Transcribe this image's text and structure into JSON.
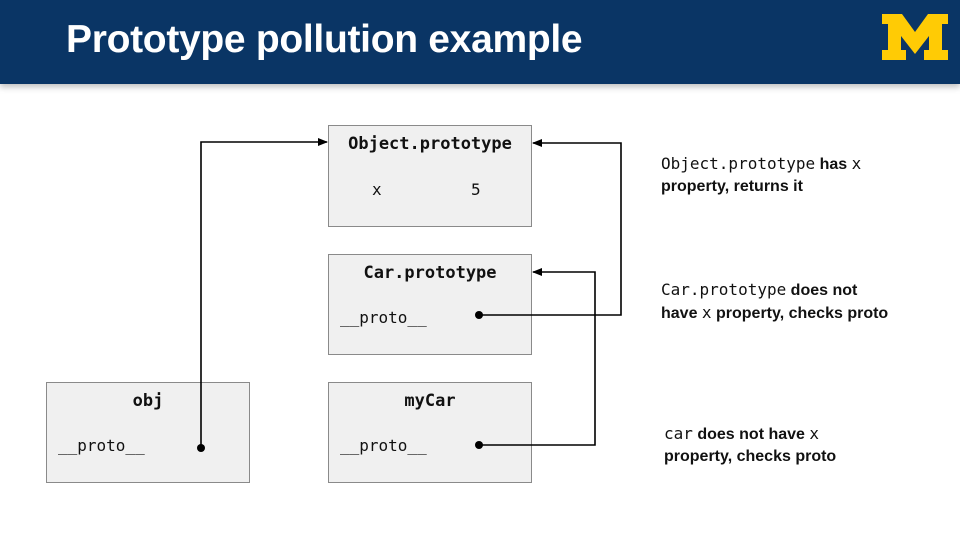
{
  "header": {
    "title": "Prototype pollution example"
  },
  "brand": {
    "header_color": "#0a3565",
    "logo_color": "#ffcb05",
    "logo": "block-m-icon"
  },
  "boxes": {
    "object_prototype": {
      "title": "Object.prototype",
      "key": "x",
      "value": "5"
    },
    "car_prototype": {
      "title": "Car.prototype",
      "field": "__proto__"
    },
    "obj": {
      "title": "obj",
      "field": "__proto__"
    },
    "mycar": {
      "title": "myCar",
      "field": "__proto__"
    }
  },
  "annotations": {
    "object_prototype": {
      "code1": "Object.prototype",
      "text1": " has ",
      "code2": "x",
      "text2": "property, returns it"
    },
    "car_prototype": {
      "code1": "Car.prototype",
      "text1": " does not",
      "text2": "have ",
      "code2": "x",
      "text3": " property, checks proto"
    },
    "mycar": {
      "code1": "car",
      "text1": " does not have ",
      "code2": "x",
      "text2": "property, checks proto"
    }
  }
}
